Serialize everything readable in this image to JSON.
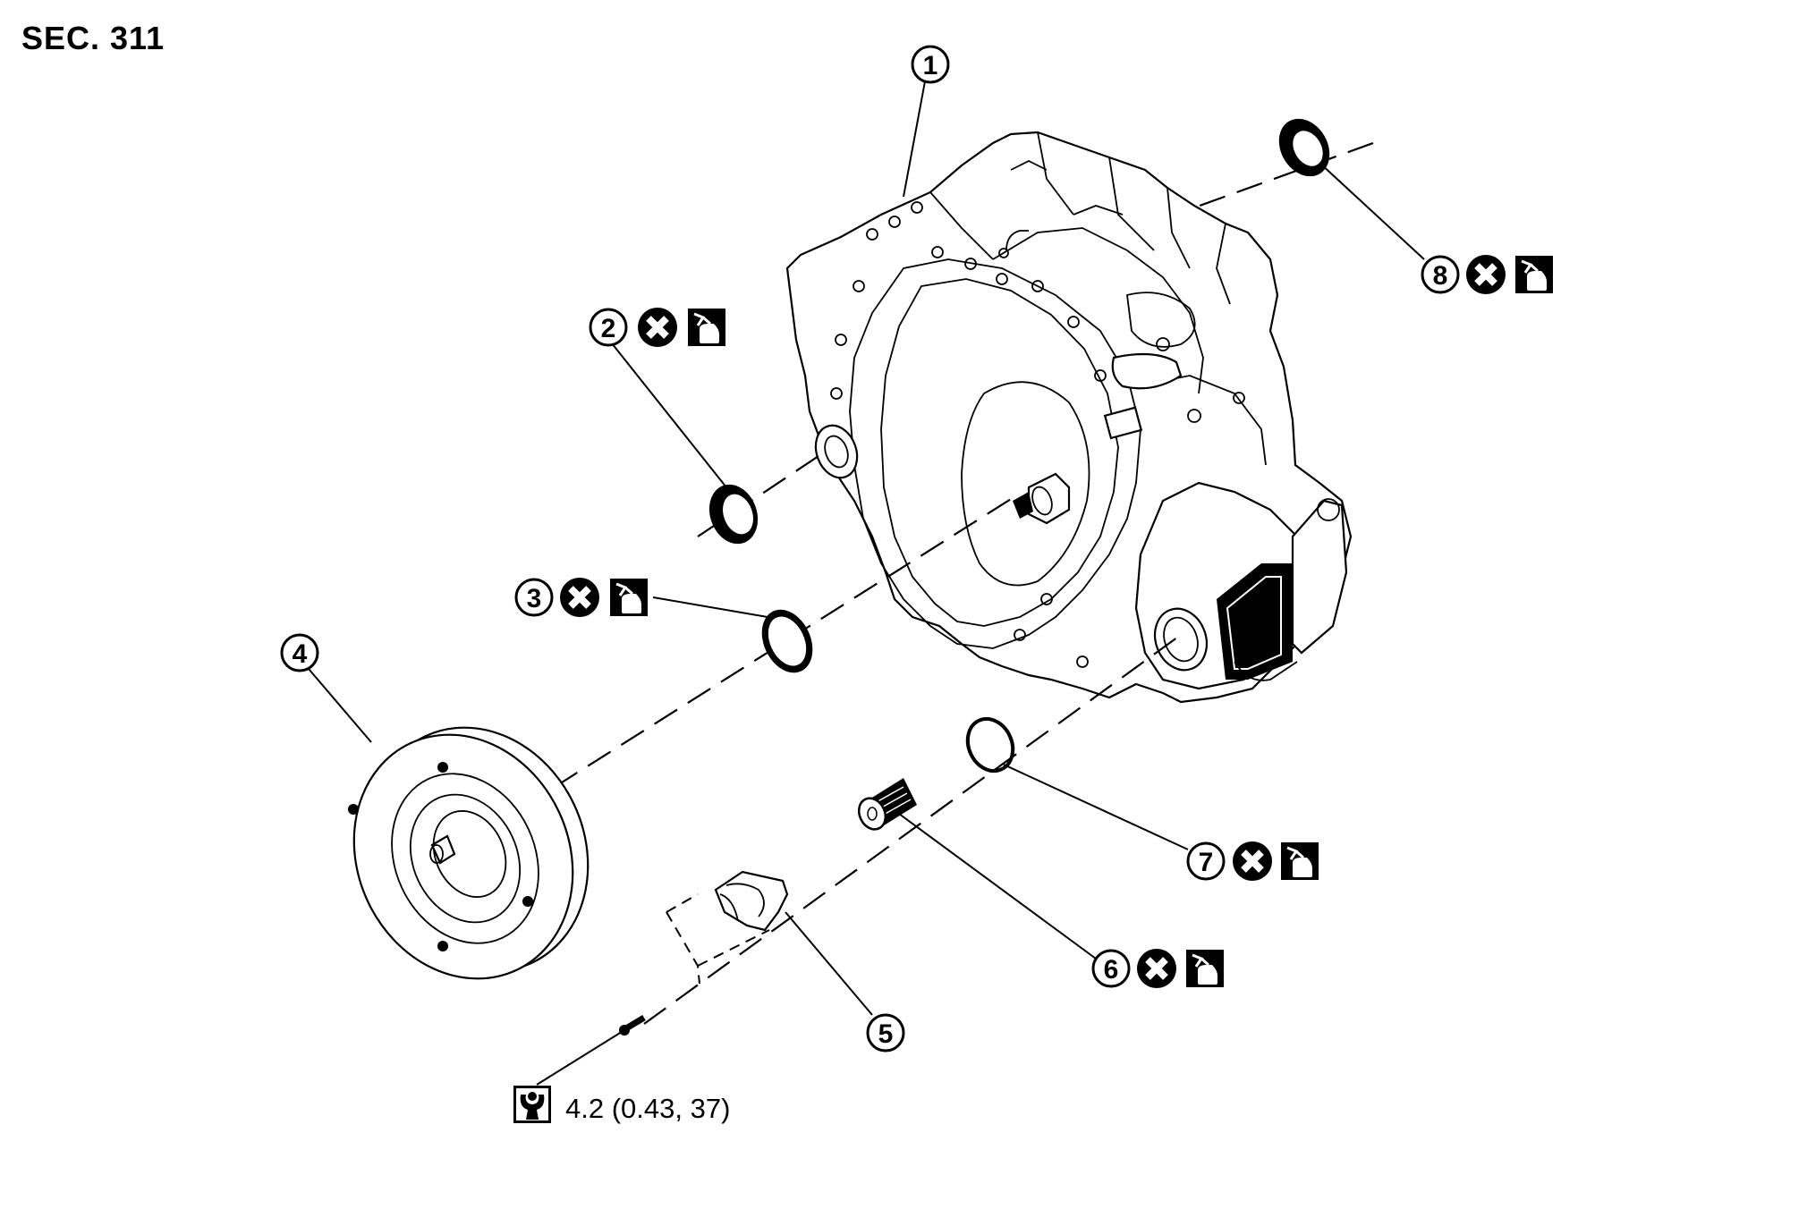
{
  "section_title": "SEC. 311",
  "callouts": [
    {
      "number": "1",
      "part": "transaxle assembly",
      "symbols": []
    },
    {
      "number": "2",
      "part": "oil seal",
      "symbols": [
        "do-not-reuse",
        "apply-atf"
      ]
    },
    {
      "number": "3",
      "part": "oil seal",
      "symbols": [
        "do-not-reuse",
        "apply-atf"
      ]
    },
    {
      "number": "4",
      "part": "torque converter",
      "symbols": []
    },
    {
      "number": "5",
      "part": "cover",
      "symbols": []
    },
    {
      "number": "6",
      "part": "filter",
      "symbols": [
        "do-not-reuse",
        "apply-atf"
      ]
    },
    {
      "number": "7",
      "part": "O-ring",
      "symbols": [
        "do-not-reuse",
        "apply-atf"
      ]
    },
    {
      "number": "8",
      "part": "oil seal",
      "symbols": [
        "do-not-reuse",
        "apply-atf"
      ]
    }
  ],
  "torque_spec": {
    "icon": "torque-wrench-icon",
    "text": "4.2 (0.43, 37)"
  },
  "colors": {
    "line": "#000000",
    "background": "#ffffff"
  }
}
